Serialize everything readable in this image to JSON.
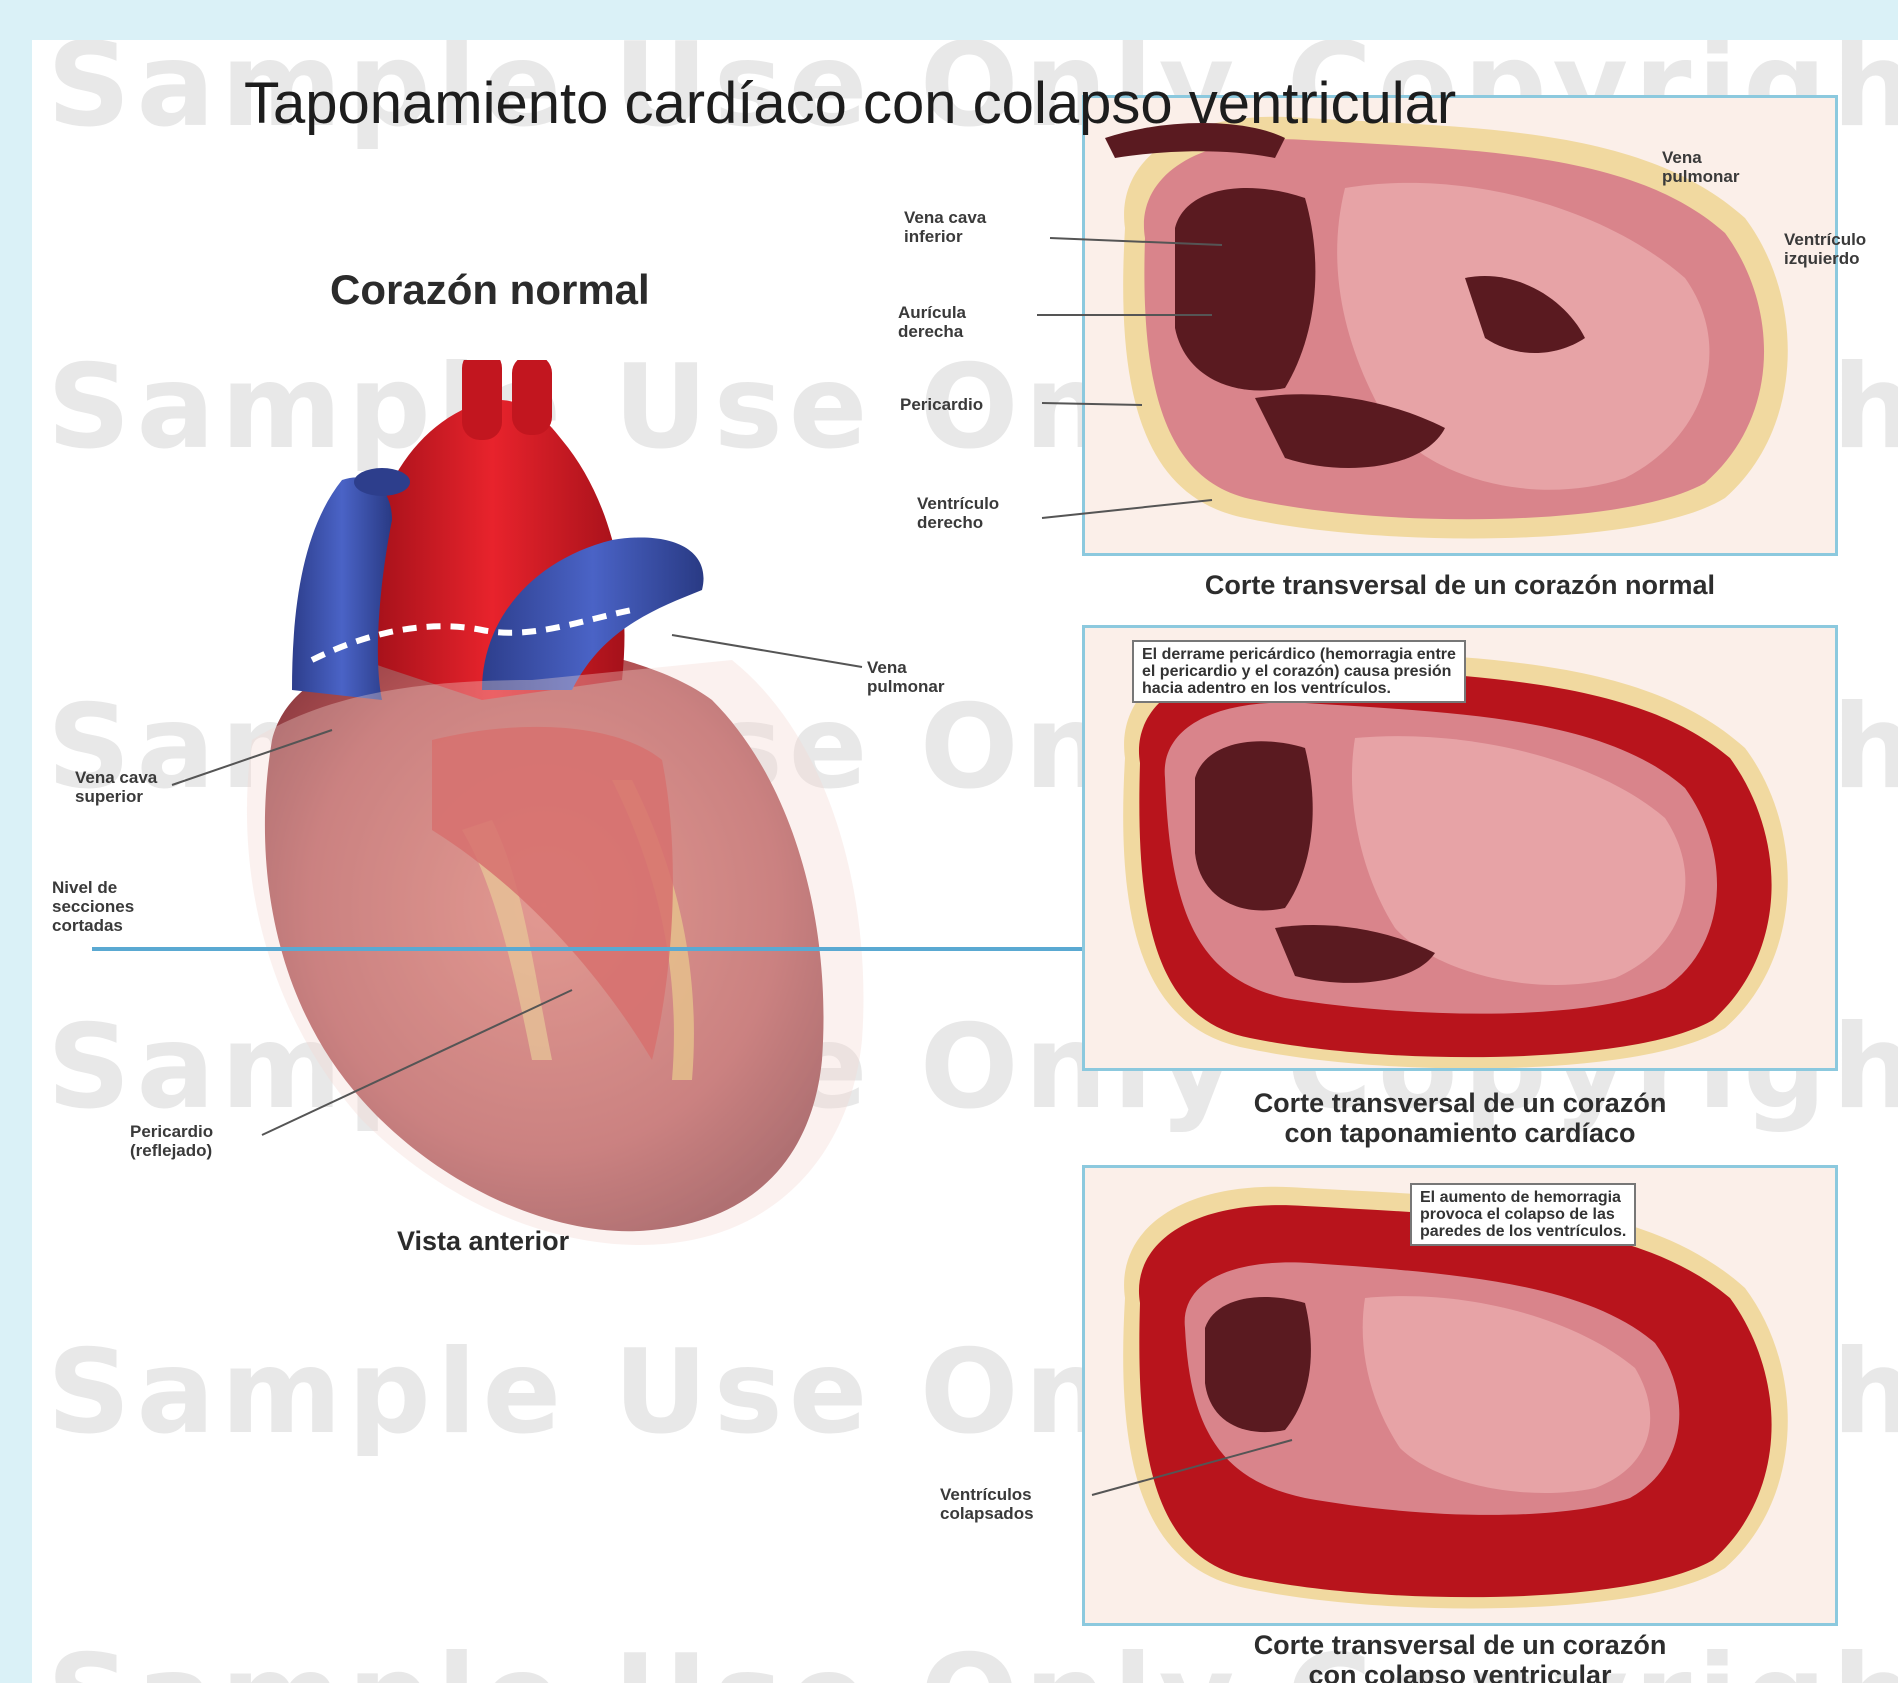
{
  "title": "Taponamiento cardíaco con colapso ventricular",
  "watermark": "Sample Use Only  Copyright",
  "left": {
    "heading": "Corazón normal",
    "view_label": "Vista anterior",
    "labels": {
      "vena_pulmonar": [
        "Vena",
        "pulmonar"
      ],
      "vena_cava_superior": [
        "Vena cava",
        "superior"
      ],
      "nivel": [
        "Nivel de",
        "secciones",
        "cortadas"
      ],
      "pericardio_reflejado": [
        "Pericardio",
        "(reflejado)"
      ]
    }
  },
  "panels": {
    "normal": {
      "caption": "Corte transversal de un corazón normal",
      "labels": {
        "vena_cava_inferior": [
          "Vena cava",
          "inferior"
        ],
        "auricula_derecha": [
          "Aurícula",
          "derecha"
        ],
        "pericardio": [
          "Pericardio"
        ],
        "ventriculo_derecho": [
          "Ventrículo",
          "derecho"
        ],
        "vena_pulmonar": [
          "Vena",
          "pulmonar"
        ],
        "ventriculo_izquierdo": [
          "Ventrículo",
          "izquierdo"
        ]
      }
    },
    "taponamiento": {
      "note": [
        "El derrame pericárdico (hemorragia entre",
        "el pericardio y el corazón) causa presión",
        "hacia adentro en los ventrículos."
      ],
      "caption_lines": [
        "Corte transversal de un corazón",
        "con taponamiento cardíaco"
      ]
    },
    "colapso": {
      "note": [
        "El aumento de hemorragia",
        "provoca el colapso de las",
        "paredes de los ventrículos."
      ],
      "label": [
        "Ventrículos",
        "colapsados"
      ],
      "caption_lines": [
        "Corte transversal de un corazón",
        "con colapso ventricular"
      ]
    }
  },
  "colors": {
    "background": "#daf1f7",
    "frame_border": "#8cc9de",
    "level_line": "#5aa9d2"
  }
}
